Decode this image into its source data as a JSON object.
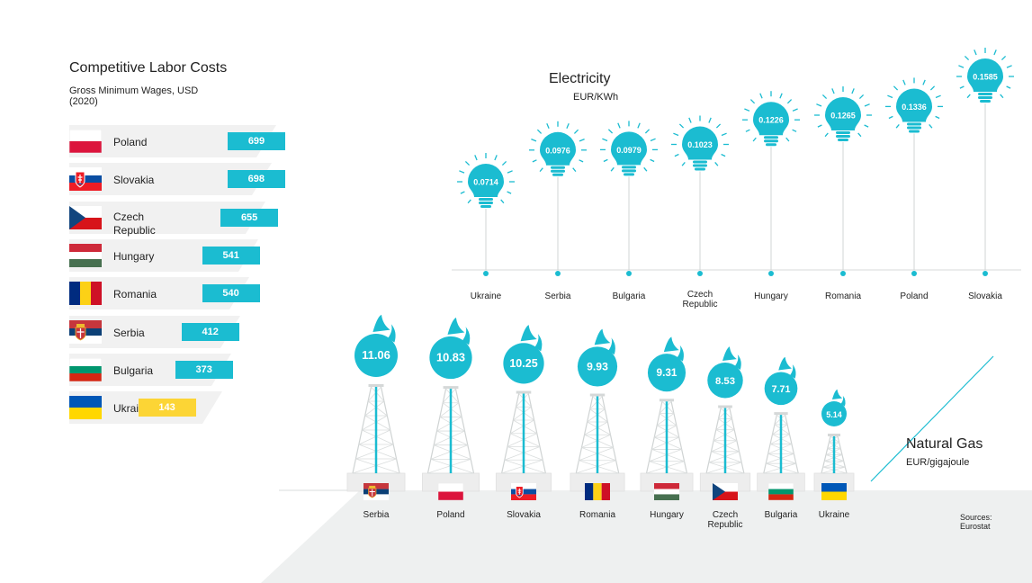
{
  "colors": {
    "accent": "#1bbcd1",
    "highlight": "#fcd535",
    "band": "#f1f1f1",
    "ground": "#eef0f0",
    "text": "#222222"
  },
  "labor": {
    "title": "Competitive Labor Costs",
    "subtitle": "Gross Minimum Wages, USD",
    "year": "(2020)"
  },
  "electricity": {
    "title": "Electricity",
    "unit": "EUR/KWh"
  },
  "gas": {
    "title": "Natural Gas",
    "unit": "EUR/gigajoule"
  },
  "sources": {
    "label": "Sources:",
    "value": "Eurostat"
  },
  "chart_data": [
    {
      "type": "bar",
      "orientation": "horizontal",
      "title": "Competitive Labor Costs",
      "subtitle": "Gross Minimum Wages, USD (2020)",
      "categories": [
        "Poland",
        "Slovakia",
        "Czech Republic",
        "Hungary",
        "Romania",
        "Serbia",
        "Bulgaria",
        "Ukraine"
      ],
      "values": [
        699,
        698,
        655,
        541,
        540,
        412,
        373,
        143
      ],
      "flags": [
        "poland-flag-icon",
        "slovakia-flag-icon",
        "czech-flag-icon",
        "hungary-flag-icon",
        "romania-flag-icon",
        "serbia-flag-icon",
        "bulgaria-flag-icon",
        "ukraine-flag-icon"
      ]
    },
    {
      "type": "bar",
      "title": "Electricity",
      "ylabel": "EUR/KWh",
      "categories": [
        "Ukraine",
        "Serbia",
        "Bulgaria",
        "Czech Republic",
        "Hungary",
        "Romania",
        "Poland",
        "Slovakia"
      ],
      "values": [
        0.0714,
        0.0976,
        0.0979,
        0.1023,
        0.1226,
        0.1265,
        0.1336,
        0.1585
      ],
      "icon": "lightbulb-icon"
    },
    {
      "type": "bar",
      "title": "Natural Gas",
      "ylabel": "EUR/gigajoule",
      "categories": [
        "Serbia",
        "Poland",
        "Slovakia",
        "Romania",
        "Hungary",
        "Czech Republic",
        "Bulgaria",
        "Ukraine"
      ],
      "values": [
        11.06,
        10.83,
        10.25,
        9.93,
        9.31,
        8.53,
        7.71,
        5.14
      ],
      "flags": [
        "serbia-flag-icon",
        "poland-flag-icon",
        "slovakia-flag-icon",
        "romania-flag-icon",
        "hungary-flag-icon",
        "czech-flag-icon",
        "bulgaria-flag-icon",
        "ukraine-flag-icon"
      ],
      "icon": "flame-icon"
    }
  ]
}
